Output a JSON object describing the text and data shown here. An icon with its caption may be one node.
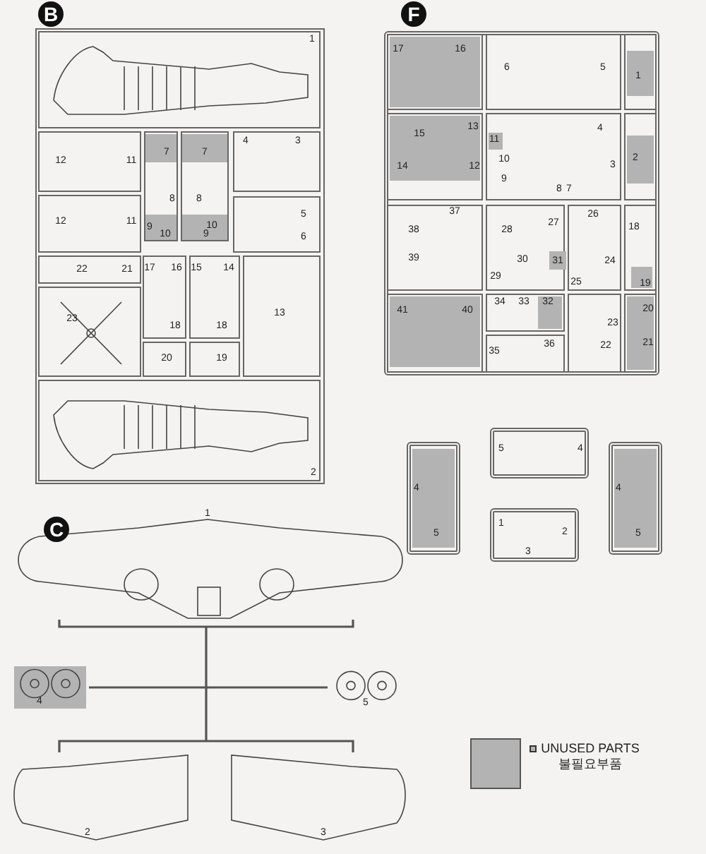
{
  "diagram": {
    "nodes": [
      {
        "text": [
          "B"
        ]
      },
      {
        "text": [
          "1"
        ],
        "in": 0
      },
      {
        "text": [
          "12",
          "11"
        ],
        "in": 0
      },
      {
        "text": [
          "12",
          "11"
        ],
        "in": 0
      },
      {
        "text": [
          "7",
          "8",
          "9",
          "10"
        ],
        "in": 0
      },
      {
        "text": [
          "7",
          "8",
          "10",
          "9"
        ],
        "in": 0
      },
      {
        "text": [
          "4",
          "3"
        ],
        "in": 0
      },
      {
        "text": [
          "5",
          "6"
        ],
        "in": 0
      },
      {
        "text": [
          "22",
          "21"
        ],
        "in": 0
      },
      {
        "text": [
          "23"
        ],
        "in": 0
      },
      {
        "text": [
          "17",
          "16",
          "18"
        ],
        "in": 0
      },
      {
        "text": [
          "15",
          "14",
          "18"
        ],
        "in": 0
      },
      {
        "text": [
          "13"
        ],
        "in": 0
      },
      {
        "text": [
          "20"
        ],
        "in": 0
      },
      {
        "text": [
          "19"
        ],
        "in": 0
      },
      {
        "text": [
          "2"
        ],
        "in": 0
      },
      {
        "text": [
          "F"
        ]
      },
      {
        "text": [
          "17",
          "16"
        ],
        "in": 16
      },
      {
        "text": [
          "6",
          "5"
        ],
        "in": 16
      },
      {
        "text": [
          "1"
        ],
        "in": 16
      },
      {
        "text": [
          "15",
          "13",
          "14",
          "12"
        ],
        "in": 16
      },
      {
        "text": [
          "11",
          "4",
          "10",
          "9",
          "8",
          "7",
          "3"
        ],
        "in": 16
      },
      {
        "text": [
          "2"
        ],
        "in": 16
      },
      {
        "text": [
          "37",
          "38",
          "39"
        ],
        "in": 16
      },
      {
        "text": [
          "28",
          "27",
          "30",
          "29",
          "31"
        ],
        "in": 16
      },
      {
        "text": [
          "26",
          "24",
          "25"
        ],
        "in": 16
      },
      {
        "text": [
          "18",
          "19"
        ],
        "in": 16
      },
      {
        "text": [
          "41",
          "40"
        ],
        "in": 16
      },
      {
        "text": [
          "34",
          "33",
          "32"
        ],
        "in": 16
      },
      {
        "text": [
          "35",
          "36"
        ],
        "in": 16
      },
      {
        "text": [
          "23",
          "22"
        ],
        "in": 16
      },
      {
        "text": [
          "20",
          "21"
        ],
        "in": 16
      },
      {
        "text": [
          "4",
          "5"
        ]
      },
      {
        "text": [
          "5",
          "4"
        ]
      },
      {
        "text": [
          "1",
          "2",
          "3"
        ]
      },
      {
        "text": [
          "4",
          "5"
        ]
      },
      {
        "text": [
          "1"
        ]
      },
      {
        "text": [
          "4"
        ]
      },
      {
        "text": [
          "5"
        ]
      },
      {
        "text": [
          "2"
        ]
      },
      {
        "text": [
          "3"
        ]
      }
    ],
    "labels": [
      "C"
    ],
    "legend": [
      {
        "text": "UNUSED PARTS 불필요부품",
        "color": "#b3b3b3"
      }
    ]
  }
}
